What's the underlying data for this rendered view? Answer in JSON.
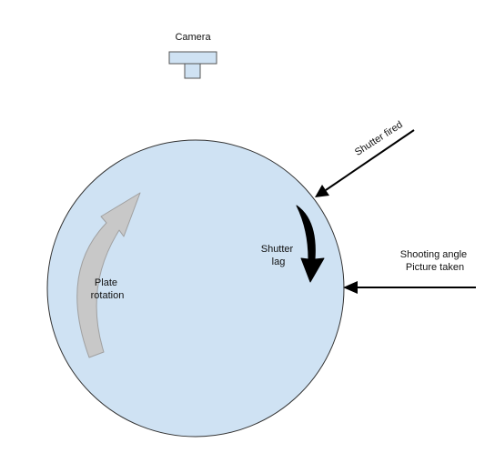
{
  "labels": {
    "camera": "Camera",
    "shutter_fired": "Shutter fired",
    "shutter_lag_line1": "Shutter",
    "shutter_lag_line2": "lag",
    "shooting_angle_line1": "Shooting angle",
    "shooting_angle_line2": "Picture taken",
    "plate_rotation_line1": "Plate",
    "plate_rotation_line2": "rotation"
  },
  "colors": {
    "plate_fill": "#cfe2f3",
    "plate_stroke": "#333333",
    "camera_fill": "#cfe2f3",
    "camera_stroke": "#555555",
    "rotation_arrow_fill": "#c8c8c8",
    "rotation_arrow_stroke": "#a0a0a0",
    "lag_arrow_fill": "#000000",
    "pointer_arrow": "#000000"
  }
}
